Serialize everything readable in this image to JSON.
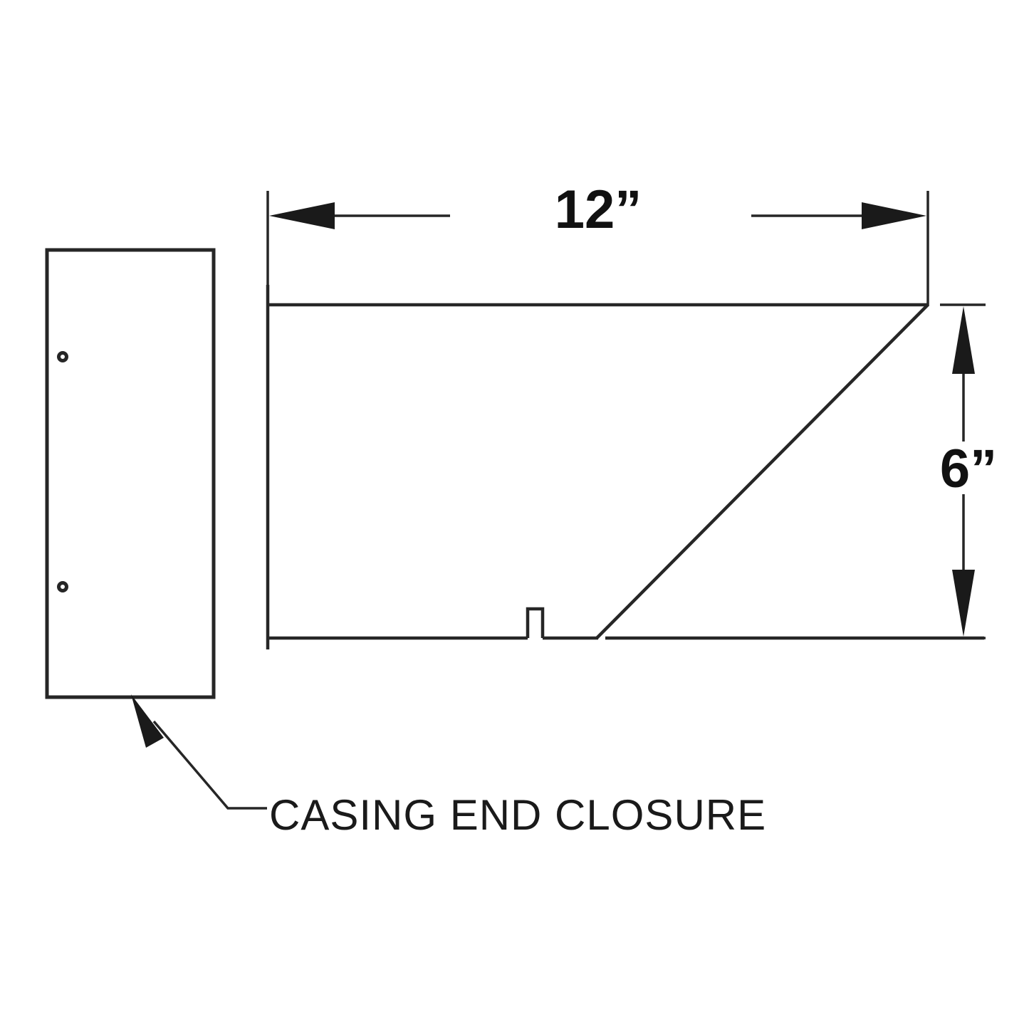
{
  "drawing": {
    "title": "Casing End Closure Detail",
    "background_color": "#ffffff",
    "line_color": "#262626",
    "text_color": "#1a1a1a",
    "dimensions": {
      "width": {
        "value": "12”",
        "orientation": "horizontal",
        "position": "top"
      },
      "height": {
        "value": "6”",
        "orientation": "vertical",
        "position": "right"
      }
    },
    "annotations": {
      "casing_end_closure": {
        "label": "CASING END CLOSURE",
        "leader": "points up-left to the end plate"
      }
    },
    "parts": {
      "end_plate": {
        "name": "end plate",
        "hole_count": 2
      },
      "body": {
        "name": "tapered casing body",
        "features": [
          "top edge",
          "bottom edge",
          "diagonal taper",
          "upstand tab"
        ]
      }
    }
  }
}
